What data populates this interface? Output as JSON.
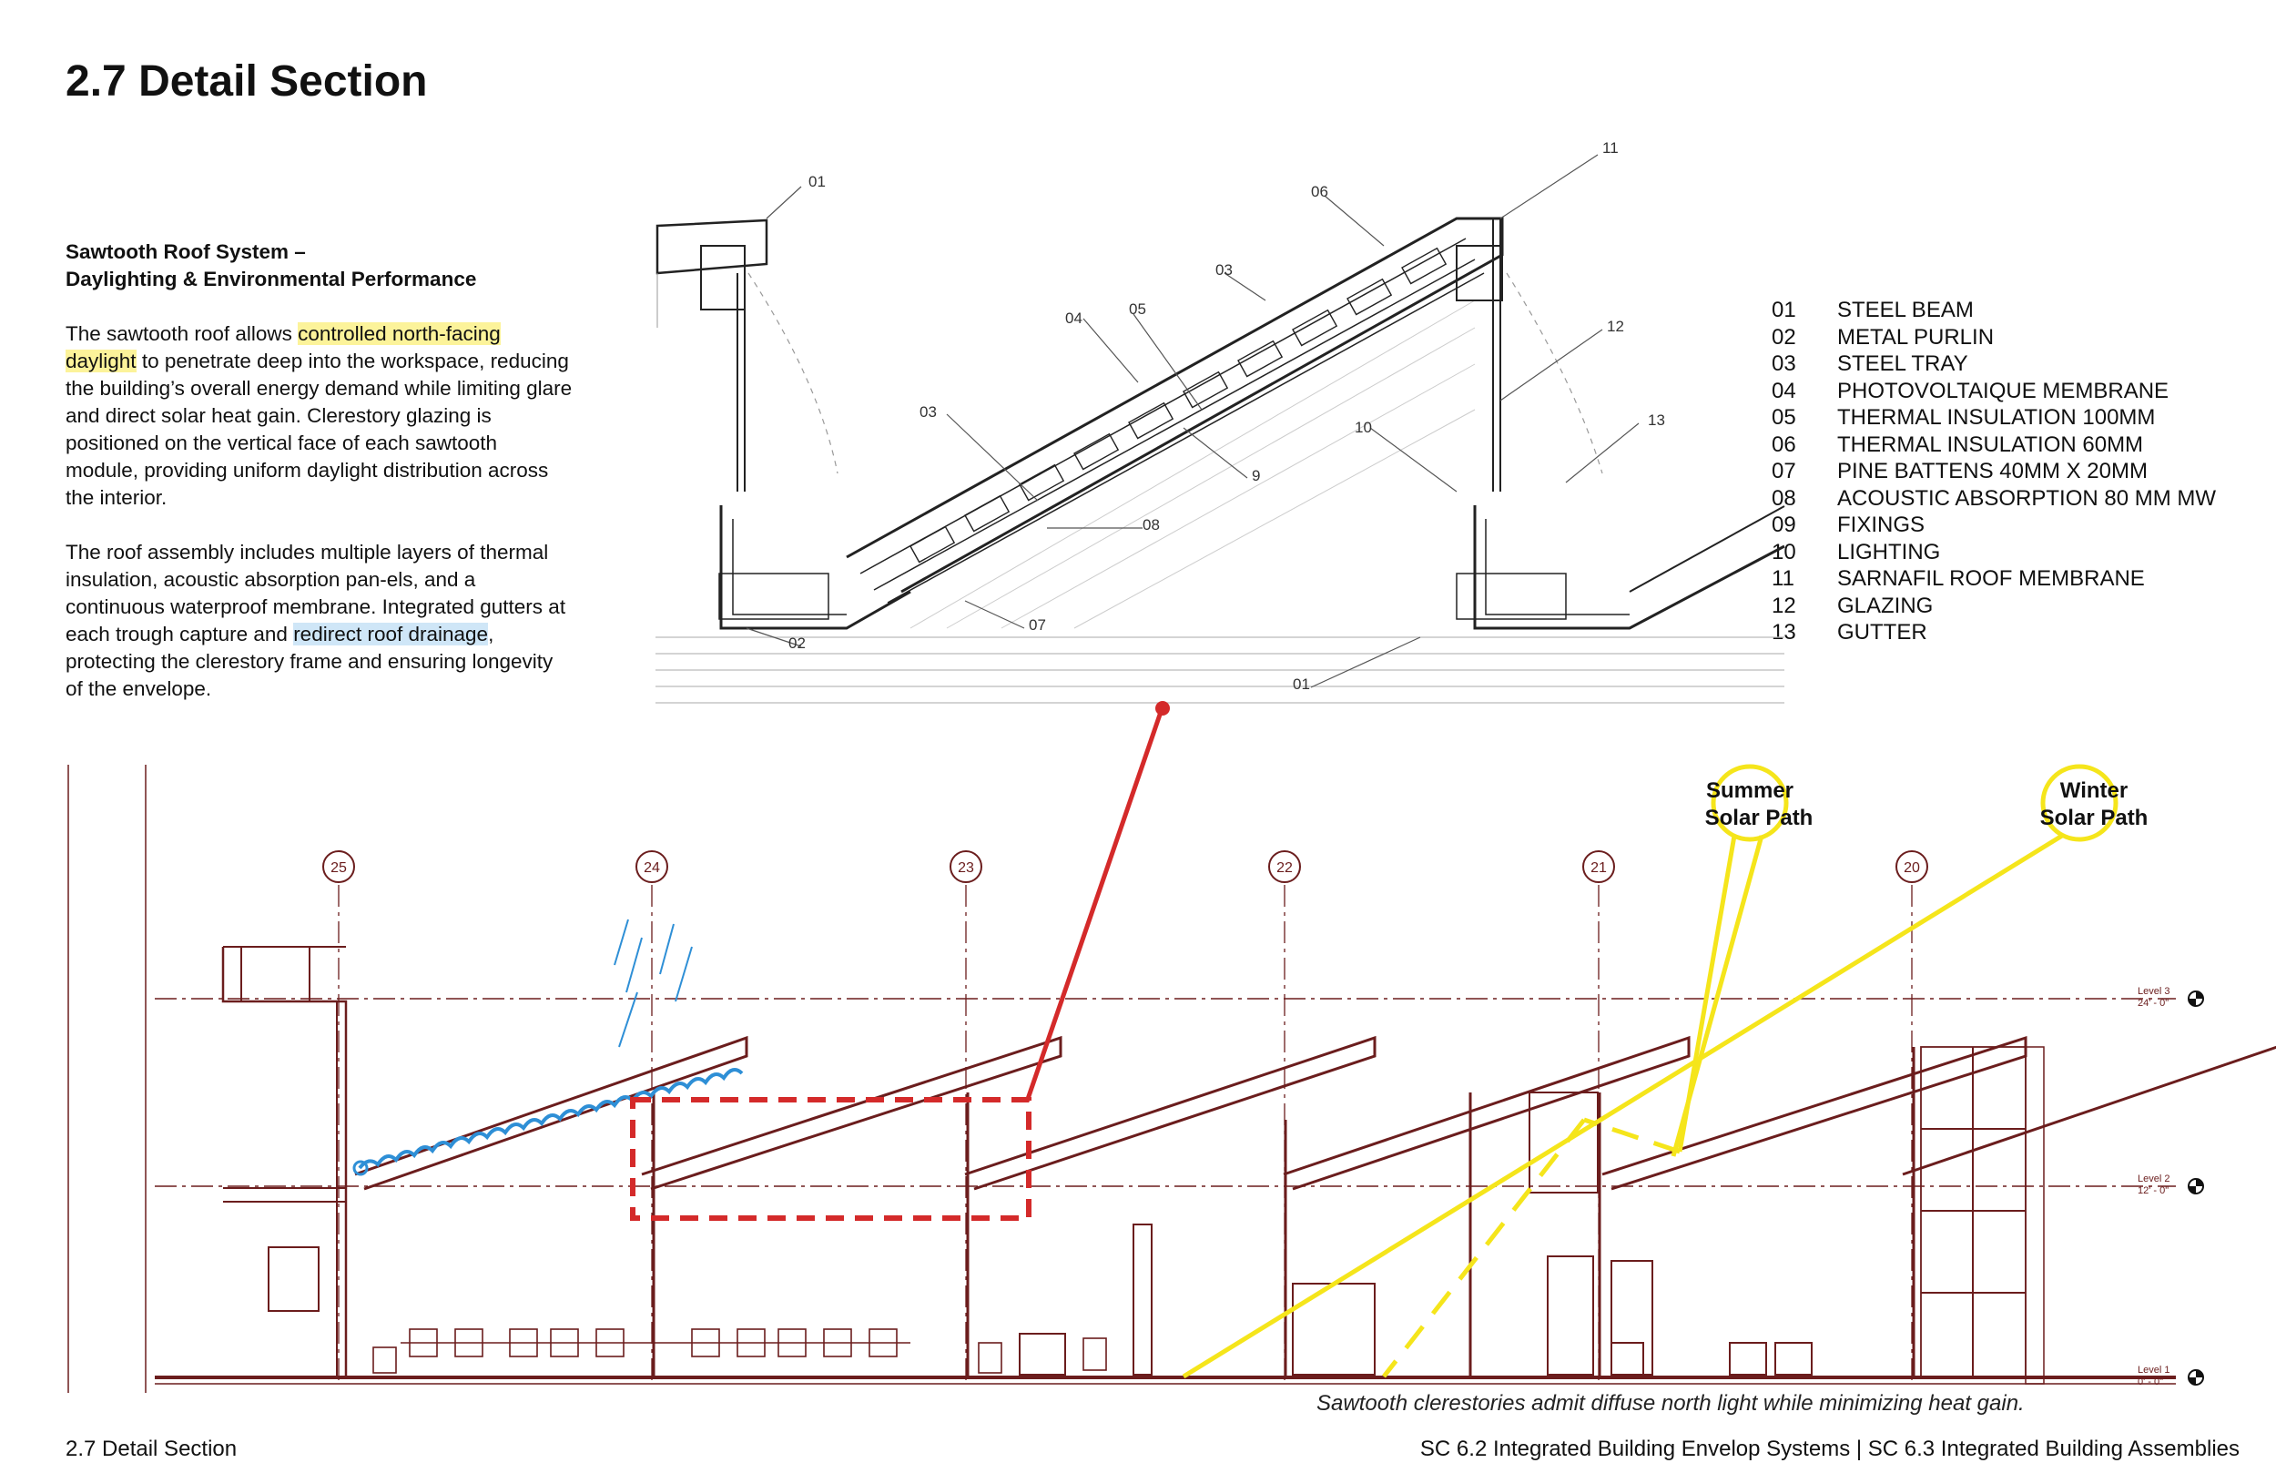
{
  "page": {
    "title": "2.7 Detail Section",
    "footer_left": "2.7 Detail Section",
    "footer_right": "SC 6.2 Integrated Building Envelop Systems  |  SC 6.3 Integrated Building Assemblies",
    "caption": "Sawtooth clerestories admit diffuse north light while minimizing heat gain."
  },
  "intro": {
    "subheading_line1": "Sawtooth Roof System –",
    "subheading_line2": "Daylighting & Environmental Performance",
    "p1_a": "The sawtooth roof allows ",
    "p1_hl1": "controlled north-facing",
    "p1_hl2": "daylight",
    "p1_b": " to penetrate deep into the workspace, reducing the building’s overall energy demand while limiting glare and direct solar heat gain. Clerestory glazing is positioned on the vertical face of each sawtooth module, providing uniform daylight distribution across the interior.",
    "p2_a": "The roof assembly includes multiple layers of thermal insulation, acoustic absorption pan-els, and a continuous waterproof membrane. Integrated gutters at each trough capture and ",
    "p2_hl": "redirect roof drainage",
    "p2_b": ", protecting the clerestory frame and ensuring longevity of the envelope."
  },
  "legend": [
    {
      "num": "01",
      "label": "STEEL BEAM"
    },
    {
      "num": "02",
      "label": "METAL PURLIN"
    },
    {
      "num": "03",
      "label": "STEEL TRAY"
    },
    {
      "num": "04",
      "label": "PHOTOVOLTAIQUE MEMBRANE"
    },
    {
      "num": "05",
      "label": "THERMAL INSULATION 100MM"
    },
    {
      "num": "06",
      "label": "THERMAL INSULATION 60MM"
    },
    {
      "num": "07",
      "label": "PINE BATTENS 40MM X 20MM"
    },
    {
      "num": "08",
      "label": "ACOUSTIC ABSORPTION 80 MM MW"
    },
    {
      "num": "09",
      "label": "FIXINGS"
    },
    {
      "num": "10",
      "label": "LIGHTING"
    },
    {
      "num": "11",
      "label": "SARNAFIL ROOF MEMBRANE"
    },
    {
      "num": "12",
      "label": "GLAZING"
    },
    {
      "num": "13",
      "label": "GUTTER"
    }
  ],
  "detail_callouts": [
    "01",
    "11",
    "06",
    "03",
    "04",
    "05",
    "12",
    "03",
    "13",
    "10",
    "9",
    "08",
    "02",
    "07",
    "01"
  ],
  "section": {
    "grid_lines": [
      "25",
      "24",
      "23",
      "22",
      "21",
      "20"
    ],
    "levels": [
      {
        "name": "Level 3",
        "elev": "24' - 0\""
      },
      {
        "name": "Level 2",
        "elev": "12' - 0\""
      },
      {
        "name": "Level 1",
        "elev": "0' - 0\""
      }
    ],
    "solar_summer_l1": "Summer",
    "solar_summer_l2": "Solar Path",
    "solar_winter_l1": "Winter",
    "solar_winter_l2": "Solar Path"
  },
  "colors": {
    "section_line": "#6b1d1d",
    "highlight_yellow": "#fcf39a",
    "highlight_blue": "#cfe6f7",
    "solar_path": "#f5e51b",
    "detail_marker": "#d42a2a",
    "pv_panel": "#3aa0e0"
  }
}
